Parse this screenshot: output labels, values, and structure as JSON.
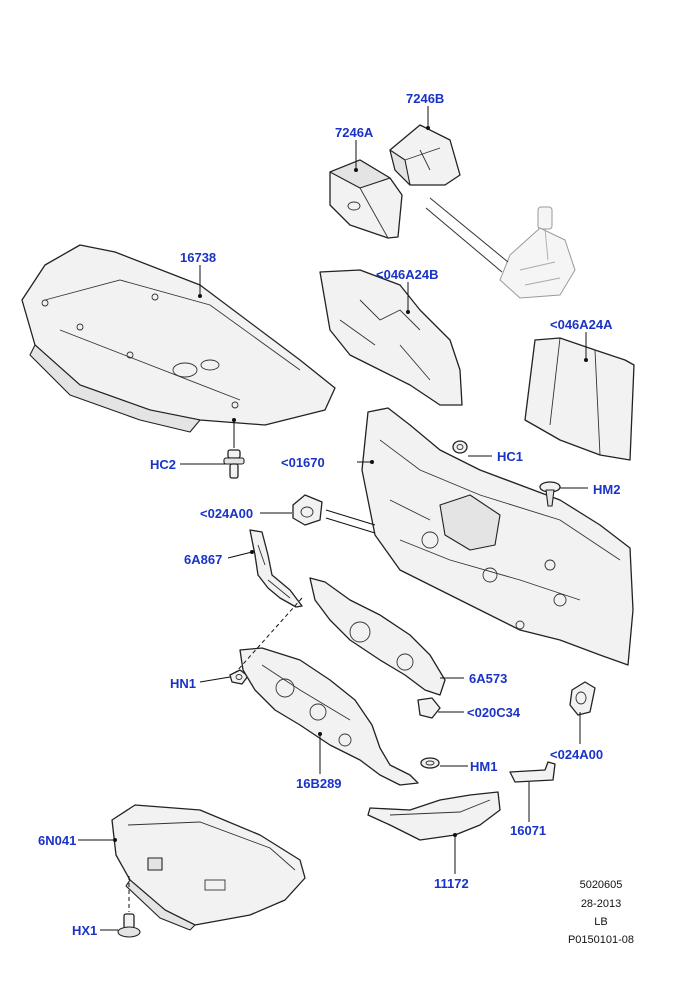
{
  "diagram": {
    "callouts": [
      {
        "id": "7246B",
        "text": "7246B"
      },
      {
        "id": "7246A",
        "text": "7246A"
      },
      {
        "id": "16738",
        "text": "16738"
      },
      {
        "id": "046A24B",
        "text": "<046A24B"
      },
      {
        "id": "046A24A",
        "text": "<046A24A"
      },
      {
        "id": "HC2",
        "text": "HC2"
      },
      {
        "id": "01670",
        "text": "<01670"
      },
      {
        "id": "HC1",
        "text": "HC1"
      },
      {
        "id": "HM2",
        "text": "HM2"
      },
      {
        "id": "024A00a",
        "text": "<024A00"
      },
      {
        "id": "6A867",
        "text": "6A867"
      },
      {
        "id": "HN1",
        "text": "HN1"
      },
      {
        "id": "6A573",
        "text": "6A573"
      },
      {
        "id": "020C34",
        "text": "<020C34"
      },
      {
        "id": "024A00b",
        "text": "<024A00"
      },
      {
        "id": "16B289",
        "text": "16B289"
      },
      {
        "id": "HM1",
        "text": "HM1"
      },
      {
        "id": "16071",
        "text": "16071"
      },
      {
        "id": "6N041",
        "text": "6N041"
      },
      {
        "id": "11172",
        "text": "11172"
      },
      {
        "id": "HX1",
        "text": "HX1"
      }
    ],
    "reference": {
      "line1": "5020605",
      "line2": "28-2013",
      "line3": "LB",
      "line4": "P0150101-08"
    },
    "colors": {
      "callout_text": "#1a33c7",
      "linework": "#222222",
      "part_fill": "#f2f2f2"
    }
  }
}
